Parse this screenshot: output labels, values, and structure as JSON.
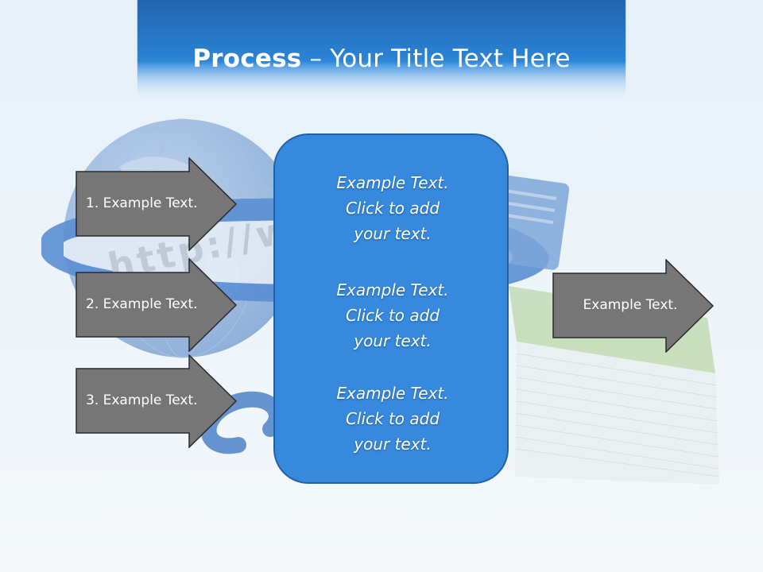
{
  "slide": {
    "title_bold": "Process",
    "title_rest": " – Your Title Text Here"
  },
  "left_arrows": [
    {
      "label": "1. Example Text."
    },
    {
      "label": "2. Example Text."
    },
    {
      "label": "3. Example Text."
    }
  ],
  "center_box": {
    "blocks": [
      {
        "lines": [
          "Example Text.",
          "Click  to add",
          "your text."
        ]
      },
      {
        "lines": [
          "Example Text.",
          "Click  to add",
          "your text."
        ]
      },
      {
        "lines": [
          "Example Text.",
          "Click  to add",
          "your text."
        ]
      }
    ]
  },
  "right_arrow": {
    "label": "Example Text."
  },
  "background": {
    "url_text": "http://w"
  },
  "colors": {
    "header_blue": "#2a80d0",
    "box_fill": "#3689dd",
    "box_border": "#2062a6",
    "arrow_fill": "#767676",
    "arrow_border": "#2b2b2b"
  }
}
